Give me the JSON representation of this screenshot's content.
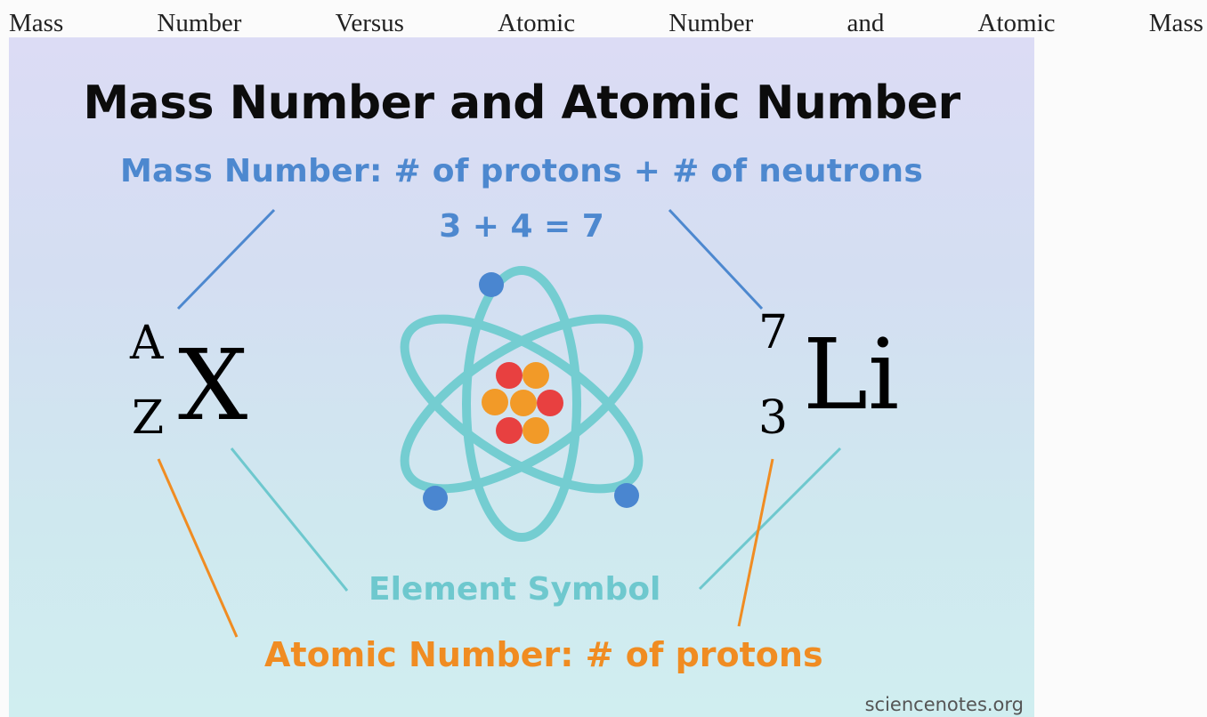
{
  "heading": {
    "words": [
      "Mass",
      "Number",
      "Versus",
      "Atomic",
      "Number",
      "and",
      "Atomic",
      "Mass"
    ]
  },
  "infographic": {
    "title": "Mass Number and Atomic Number",
    "mass_number_label": "Mass Number: # of protons + # of neutrons",
    "mass_number_example": "3 + 4 = 7",
    "generic_notation": {
      "mass": "A",
      "atomic": "Z",
      "symbol": "X"
    },
    "example_notation": {
      "mass": "7",
      "atomic": "3",
      "symbol": "Li"
    },
    "element_symbol_label": "Element Symbol",
    "atomic_number_label": "Atomic Number: # of protons",
    "watermark": "sciencenotes.org"
  },
  "colors": {
    "mass_blue": "#4d88cf",
    "symbol_teal": "#6ec8ce",
    "atomic_orange": "#f08c22",
    "proton_red": "#e84040",
    "neutron_orange": "#f29a28",
    "electron_blue": "#4a86d0",
    "orbit_teal": "#74cdd1"
  },
  "icons": [
    "atom-icon"
  ]
}
